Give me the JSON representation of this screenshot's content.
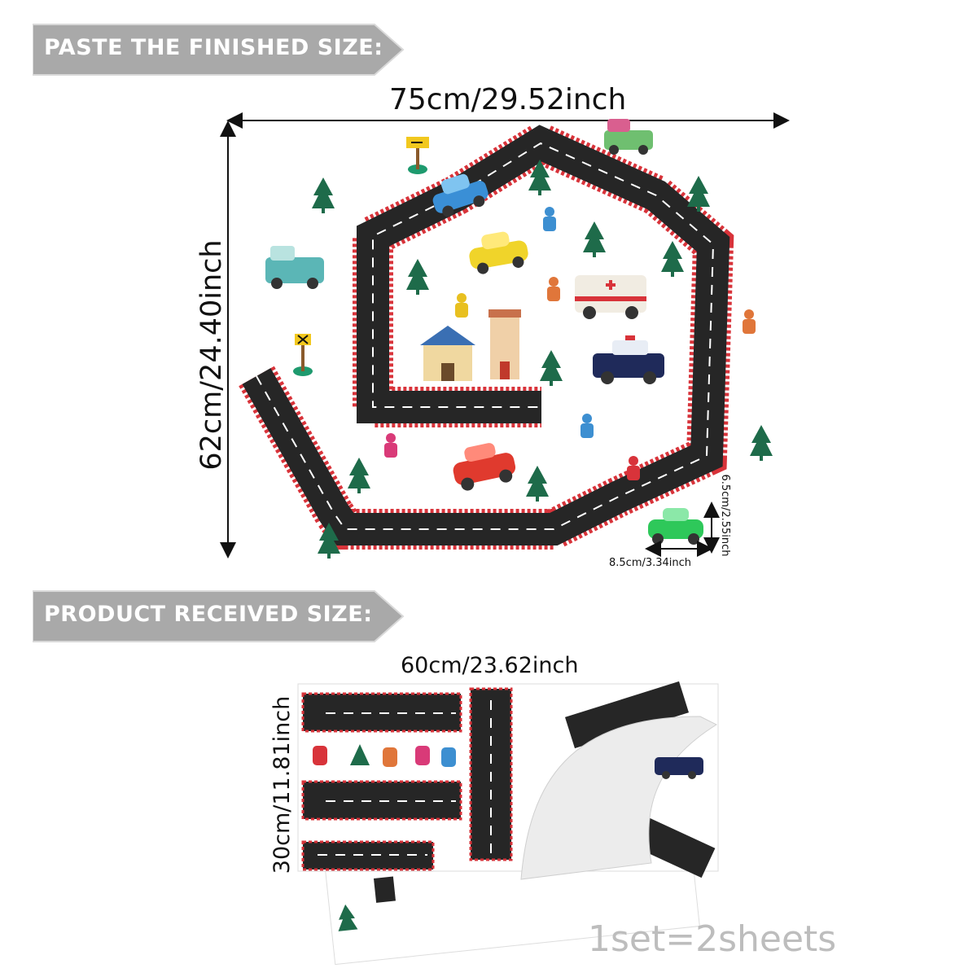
{
  "banner_finished": {
    "label": "PASTE THE FINISHED SIZE:"
  },
  "banner_received": {
    "label": "PRODUCT RECEIVED SIZE:"
  },
  "finished": {
    "width_label": "75cm/29.52inch",
    "height_label": "62cm/24.40inch",
    "car_height_label": "6.5cm/2.55inch",
    "car_width_label": "8.5cm/3.34inch"
  },
  "received": {
    "width_label": "60cm/23.62inch",
    "height_label": "30cm/11.81inch"
  },
  "footer": {
    "set_label": "1set=2sheets"
  },
  "colors": {
    "banner": "#a9a9a9",
    "road": "#262626",
    "road_edge": "#d8333a",
    "tree": "#1e6b4a",
    "footer_text": "#bdbdbd"
  }
}
